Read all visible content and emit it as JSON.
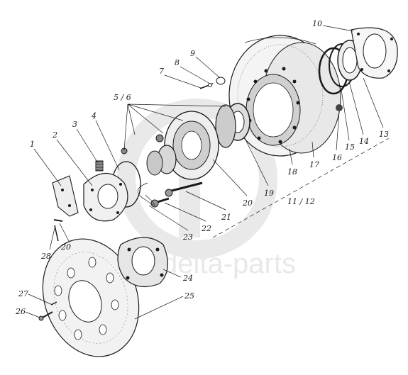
{
  "watermark": {
    "text": "delta-parts",
    "color": "#d8d8d8"
  },
  "labels": {
    "l1": "1",
    "l2": "2",
    "l3": "3",
    "l4": "4",
    "l56": "5 / 6",
    "l7": "7",
    "l8": "8",
    "l9": "9",
    "l10": "10",
    "l1112": "11 / 12",
    "l13": "13",
    "l14": "14",
    "l15": "15",
    "l16": "16",
    "l17": "17",
    "l18": "18",
    "l19": "19",
    "l20a": "20",
    "l20b": "20",
    "l21": "21",
    "l22": "22",
    "l23": "23",
    "l24": "24",
    "l25": "25",
    "l26": "26",
    "l27": "27",
    "l28": "28"
  }
}
